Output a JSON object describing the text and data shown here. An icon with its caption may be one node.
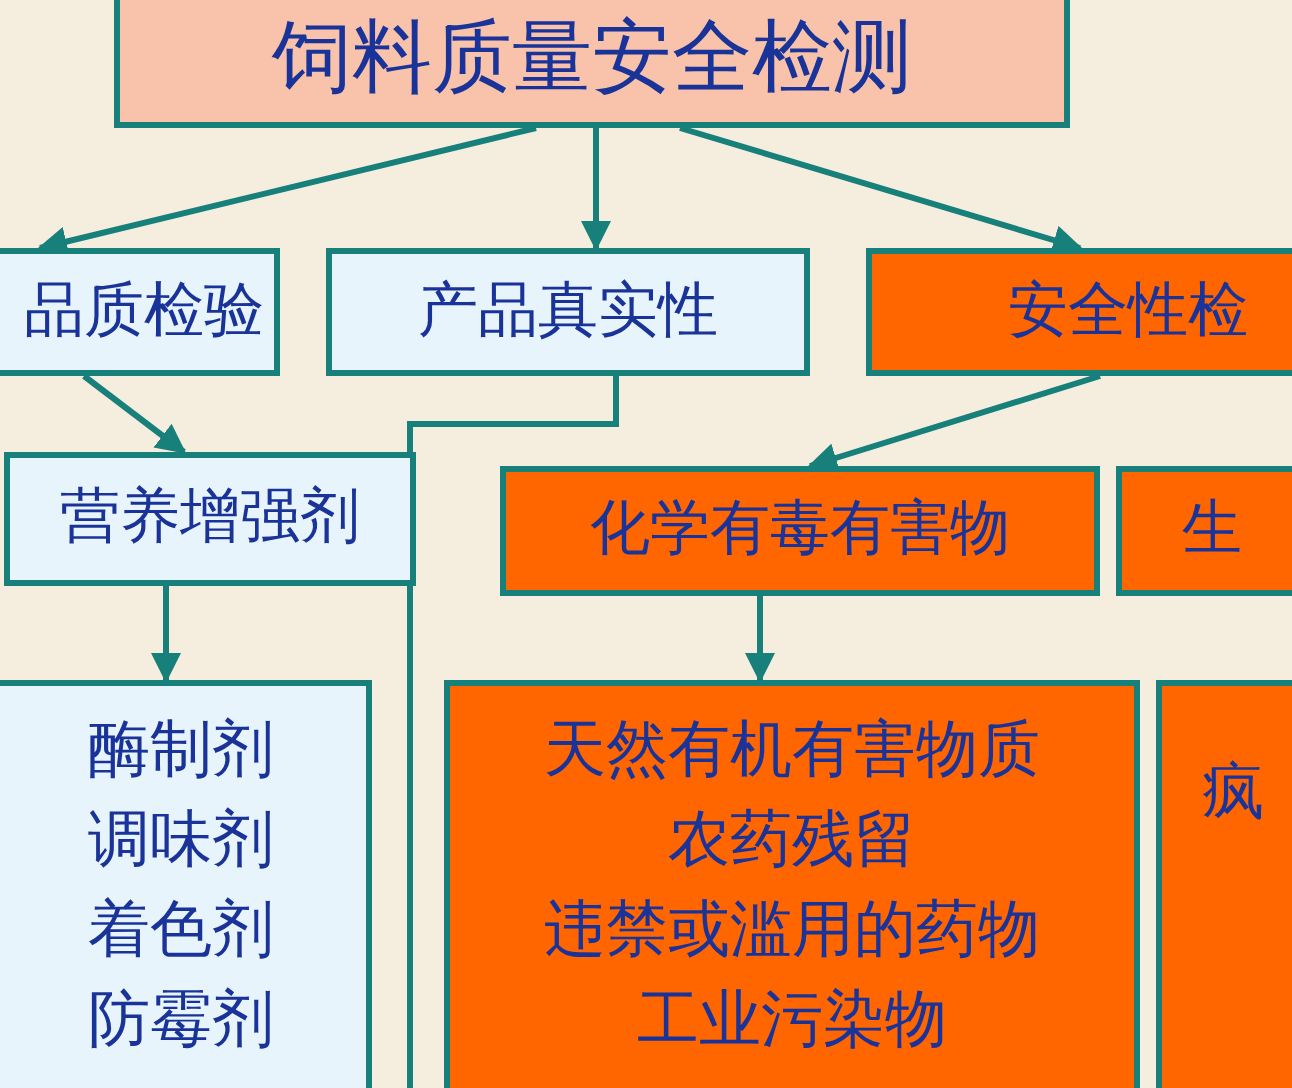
{
  "diagram": {
    "nodes": [
      {
        "text": [
          "饲料质量安全检测"
        ]
      },
      {
        "text": [
          "品质检验"
        ]
      },
      {
        "text": [
          "产品真实性"
        ]
      },
      {
        "text": [
          "安全性检"
        ]
      },
      {
        "text": [
          "营养增强剂"
        ]
      },
      {
        "text": [
          "化学有毒有害物"
        ]
      },
      {
        "text": [
          "生"
        ]
      },
      {
        "text": [
          "酶制剂",
          "调味剂",
          "着色剂",
          "防霉剂"
        ]
      },
      {
        "text": [
          "天然有机有害物质",
          "农药残留",
          "违禁或滥用的药物",
          "工业污染物"
        ]
      },
      {
        "text": [
          "疯"
        ]
      }
    ],
    "edges": [
      {
        "from": 0,
        "to": 1,
        "arrow": "to"
      },
      {
        "from": 0,
        "to": 2,
        "arrow": "to"
      },
      {
        "from": 0,
        "to": 3,
        "arrow": "to"
      },
      {
        "from": 1,
        "to": 4,
        "arrow": "to"
      },
      {
        "from": 2,
        "to": null,
        "arrow": "none"
      },
      {
        "from": 3,
        "to": 5,
        "arrow": "to"
      },
      {
        "from": 4,
        "to": 7,
        "arrow": "to"
      },
      {
        "from": 5,
        "to": 8,
        "arrow": "to"
      }
    ]
  }
}
